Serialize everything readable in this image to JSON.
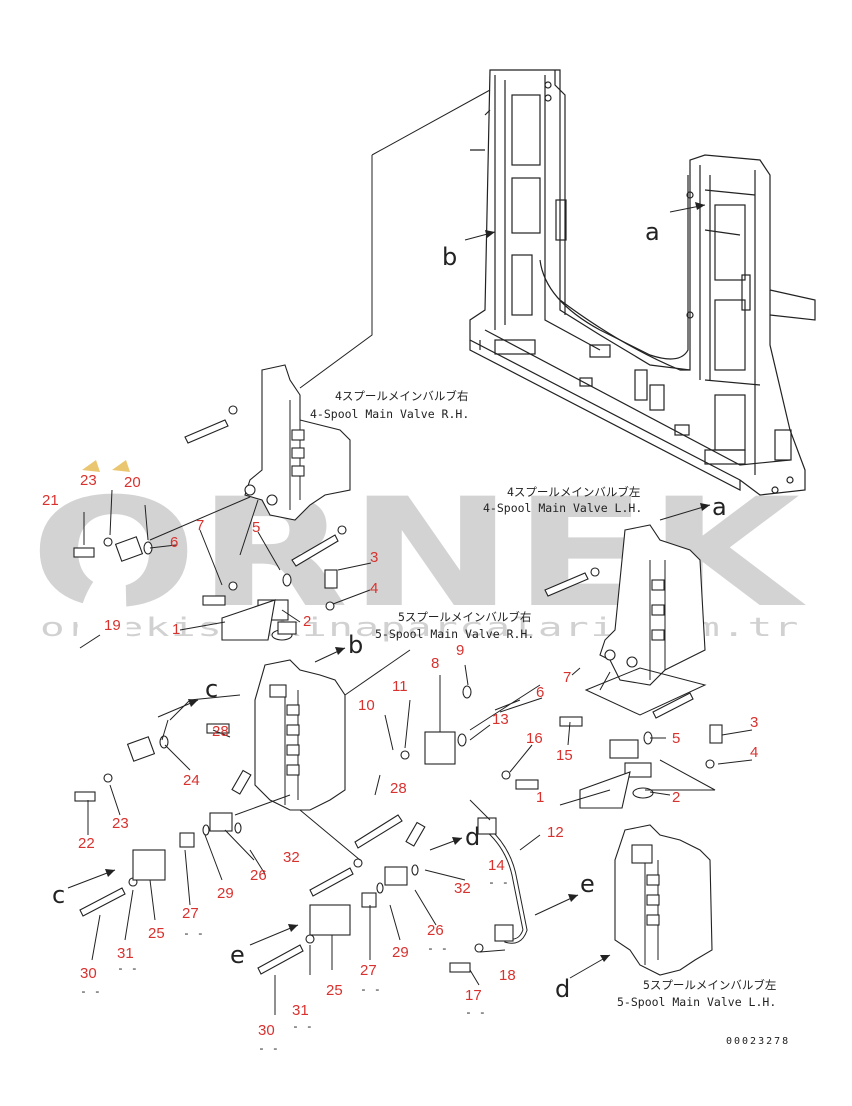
{
  "watermark": {
    "brand": "ORNEK",
    "url": "ornekismakinaparcalari.com.tr"
  },
  "diagram_code": "00023278",
  "valves": [
    {
      "id": "v4rh",
      "jp": "4スプールメインバルブ右",
      "en": "4-Spool Main Valve R.H."
    },
    {
      "id": "v4lh",
      "jp": "4スプールメインバルブ左",
      "en": "4-Spool Main Valve L.H."
    },
    {
      "id": "v5rh",
      "jp": "5スプールメインバルブ右",
      "en": "5-Spool Main Valve R.H."
    },
    {
      "id": "v5lh",
      "jp": "5スプールメインバルブ左",
      "en": "5-Spool Main Valve L.H."
    }
  ],
  "reference_letters": [
    "a",
    "b",
    "c",
    "d",
    "e"
  ],
  "part_callouts": [
    "1",
    "2",
    "3",
    "4",
    "5",
    "6",
    "7",
    "8",
    "9",
    "10",
    "11",
    "12",
    "13",
    "14",
    "15",
    "16",
    "17",
    "18",
    "19",
    "20",
    "21",
    "22",
    "23",
    "24",
    "25",
    "26",
    "27",
    "28",
    "29",
    "30",
    "31",
    "32"
  ],
  "placeholder_marks": "- -"
}
